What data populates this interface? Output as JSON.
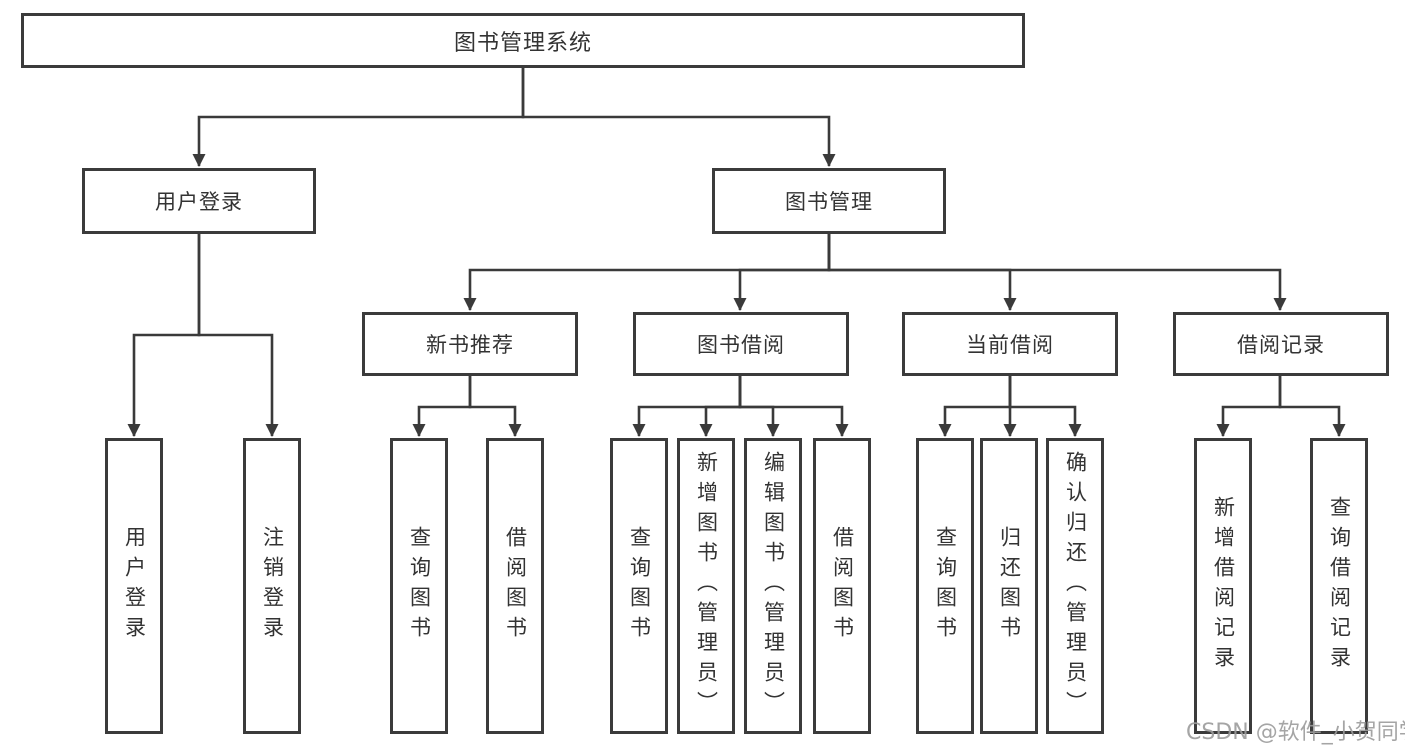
{
  "diagram": {
    "root": {
      "label": "图书管理系统"
    },
    "branches": [
      {
        "label": "用户登录",
        "leaves": [
          {
            "label": "用户登录"
          },
          {
            "label": "注销登录"
          }
        ]
      },
      {
        "label": "图书管理",
        "groups": [
          {
            "label": "新书推荐",
            "leaves": [
              {
                "label": "查询图书"
              },
              {
                "label": "借阅图书"
              }
            ]
          },
          {
            "label": "图书借阅",
            "leaves": [
              {
                "label": "查询图书"
              },
              {
                "label": "新增图书（管理员）"
              },
              {
                "label": "编辑图书（管理员）"
              },
              {
                "label": "借阅图书"
              }
            ]
          },
          {
            "label": "当前借阅",
            "leaves": [
              {
                "label": "查询图书"
              },
              {
                "label": "归还图书"
              },
              {
                "label": "确认归还（管理员）"
              }
            ]
          },
          {
            "label": "借阅记录",
            "leaves": [
              {
                "label": "新增借阅记录"
              },
              {
                "label": "查询借阅记录"
              }
            ]
          }
        ]
      }
    ]
  },
  "watermark": {
    "text": "CSDN @软件_小贺同学"
  },
  "colors": {
    "line": "#3a3a3a",
    "text": "#333333",
    "box_background": "#ffffff",
    "watermark": "#9c9c9c"
  }
}
